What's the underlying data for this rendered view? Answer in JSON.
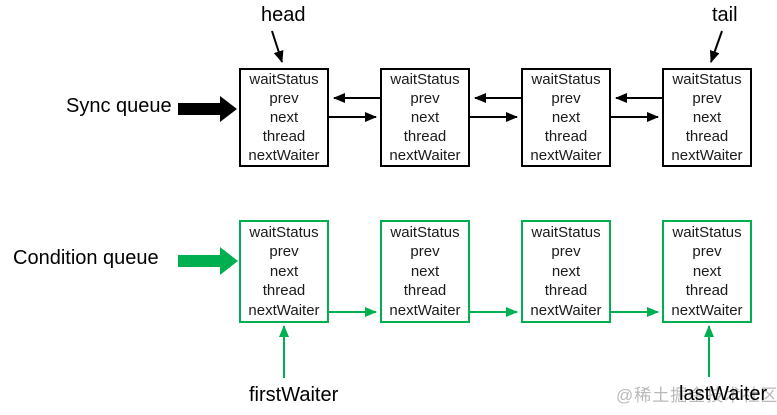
{
  "labels": {
    "head": "head",
    "tail": "tail",
    "sync_queue": "Sync queue",
    "condition_queue": "Condition queue",
    "first_waiter": "firstWaiter",
    "last_waiter": "lastWaiter"
  },
  "node_fields": [
    "waitStatus",
    "prev",
    "next",
    "thread",
    "nextWaiter"
  ],
  "sync_queue": {
    "node_count": 4,
    "color": "#000000"
  },
  "condition_queue": {
    "node_count": 4,
    "color": "#00B050"
  },
  "watermark": "@稀土掘金技术社区"
}
